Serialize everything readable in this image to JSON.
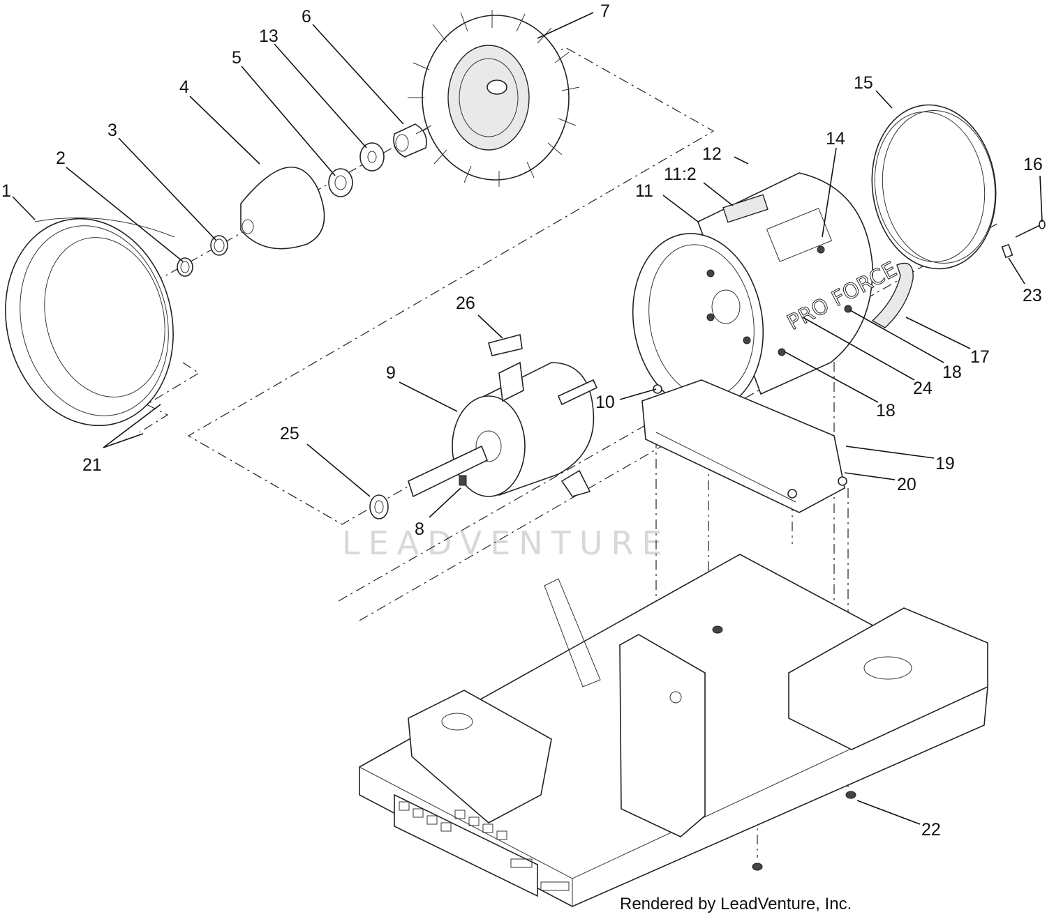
{
  "watermark": "LEADVENTURE",
  "credit": "Rendered by LeadVenture, Inc.",
  "brand_decal": "PRO FORCE",
  "callouts": {
    "c1": "1",
    "c2": "2",
    "c3": "3",
    "c4": "4",
    "c5": "5",
    "c6": "6",
    "c7": "7",
    "c8": "8",
    "c9": "9",
    "c10": "10",
    "c11": "11",
    "c11_2": "11:2",
    "c12": "12",
    "c13": "13",
    "c14": "14",
    "c15": "15",
    "c16": "16",
    "c17": "17",
    "c18a": "18",
    "c18b": "18",
    "c19": "19",
    "c20": "20",
    "c21": "21",
    "c22": "22",
    "c23": "23",
    "c24": "24",
    "c25": "25",
    "c26": "26"
  }
}
